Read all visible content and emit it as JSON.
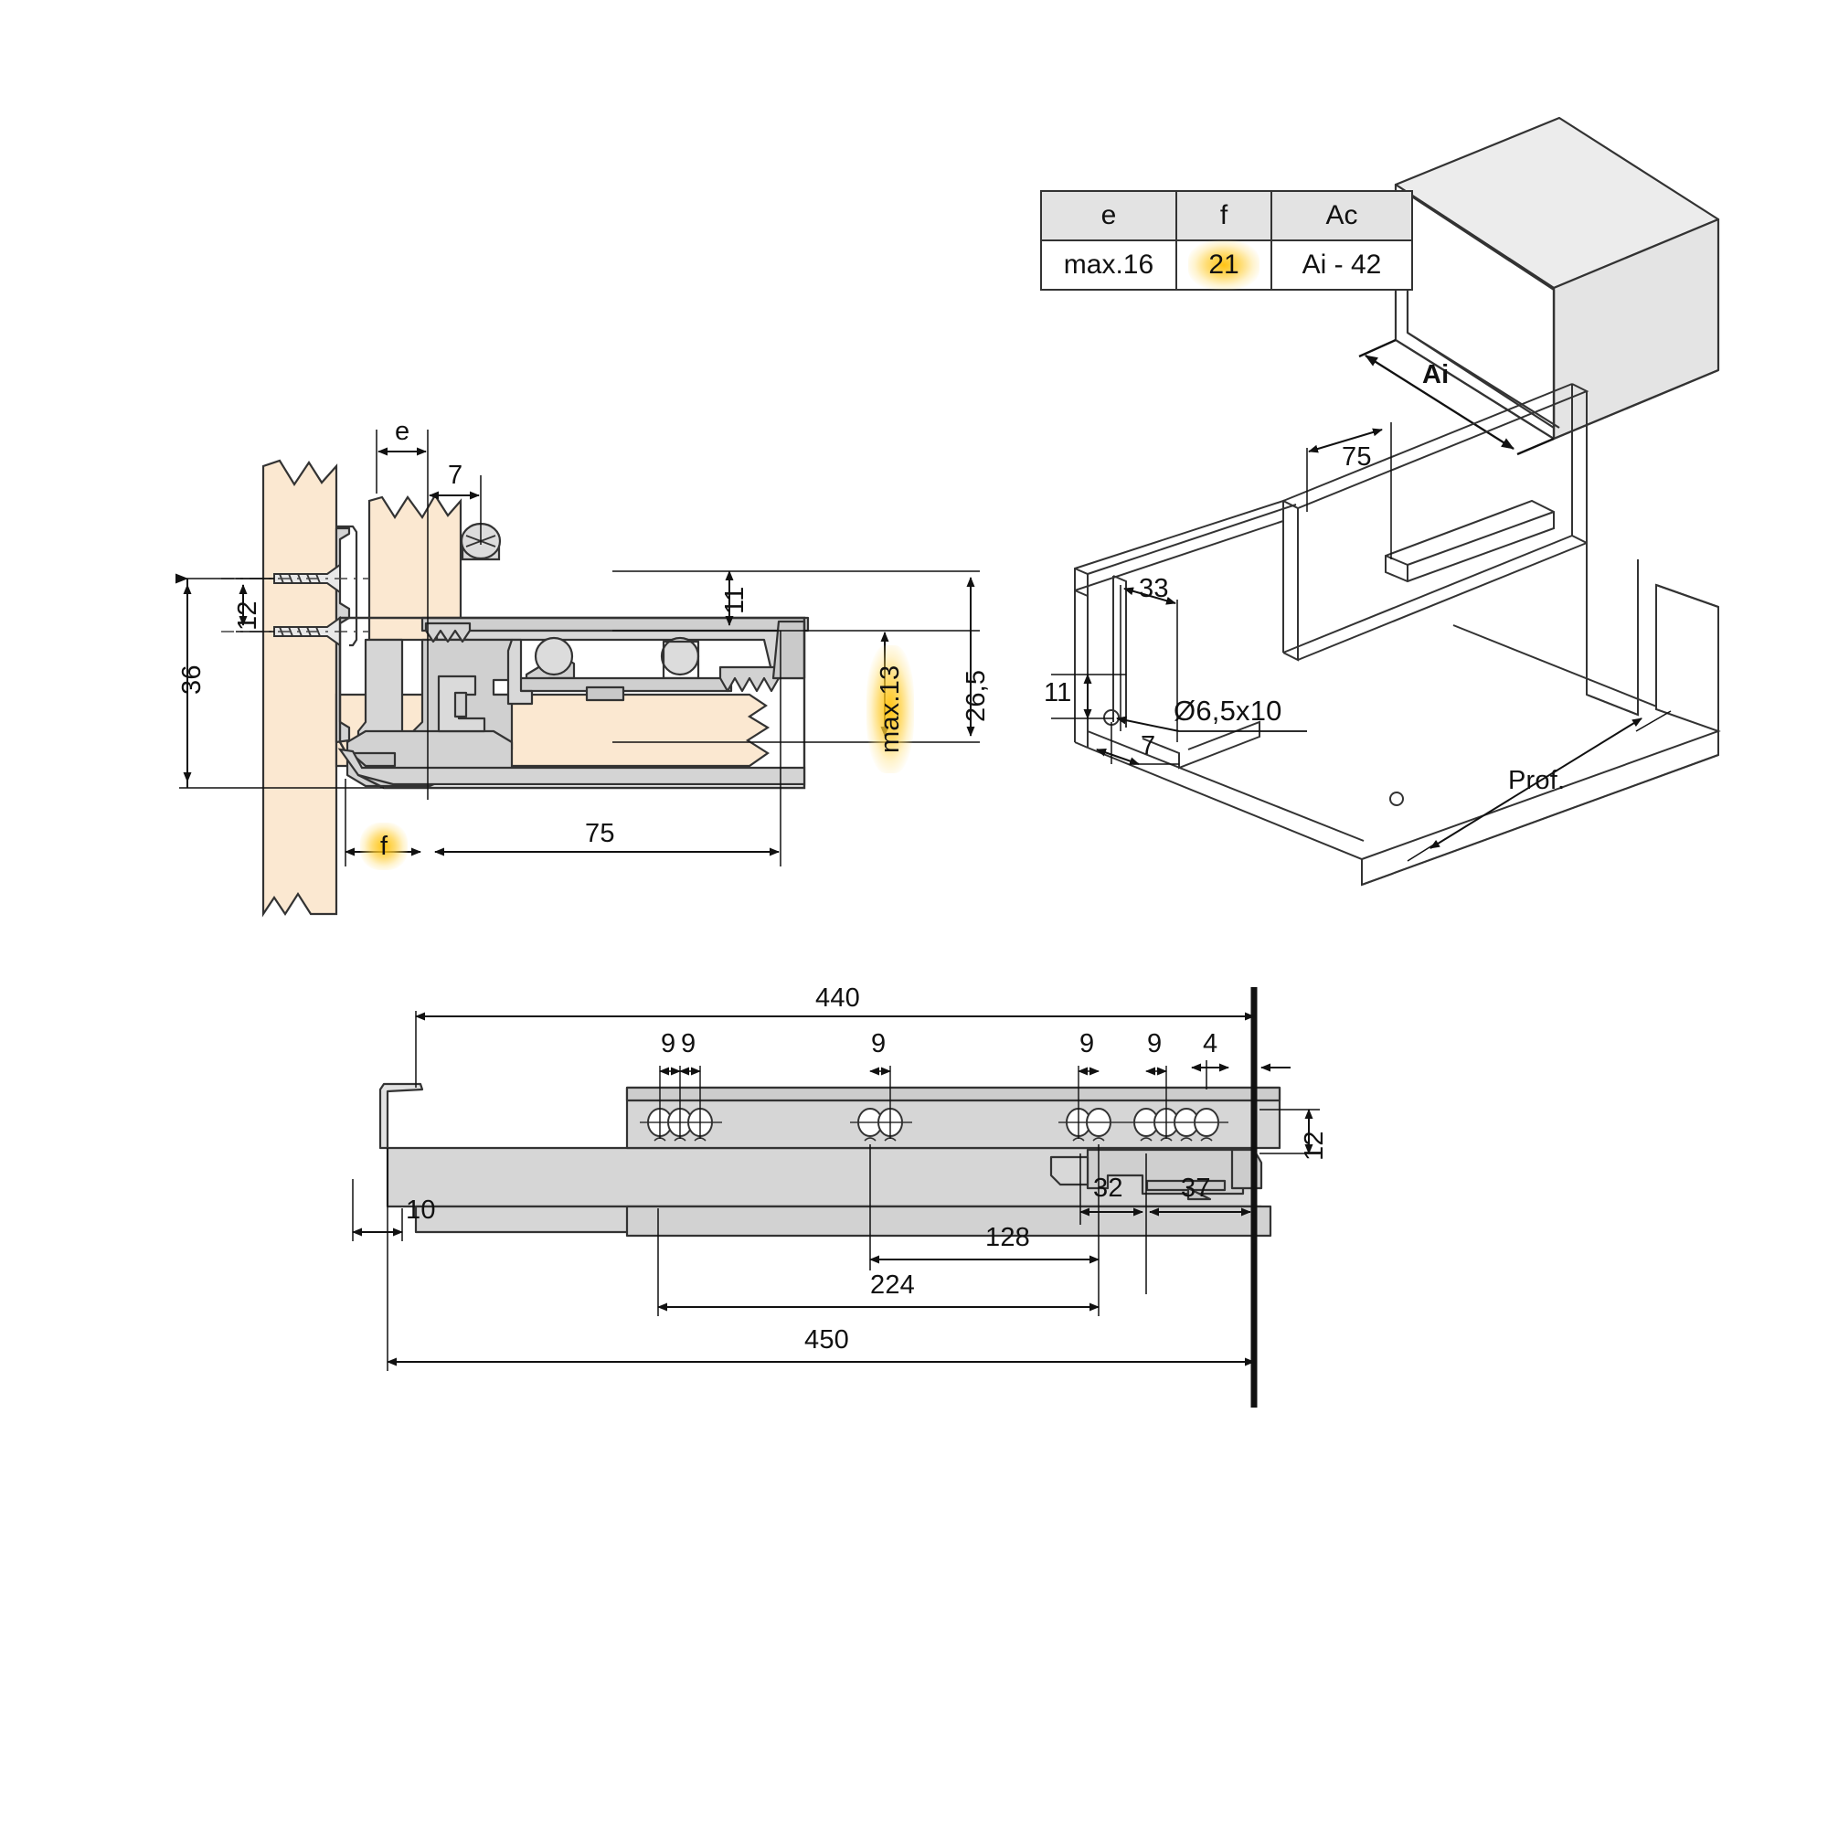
{
  "drawing": {
    "title": "Drawer slide installation drawing",
    "colors": {
      "wood": "#fbe8d1",
      "metal": "#d4d4d4",
      "metal_dark": "#bdbdbd",
      "line": "#1a1a1a",
      "highlight": "#ffc107",
      "table_header_bg": "#e3e3e3"
    }
  },
  "spec_table": {
    "name": "dimension-table",
    "headers": [
      "e",
      "f",
      "Ac"
    ],
    "rows": [
      [
        {
          "text": "max.16",
          "highlight": false
        },
        {
          "text": "21",
          "highlight": true
        },
        {
          "text": "Ai - 42",
          "highlight": false
        }
      ]
    ]
  },
  "cabinet_view": {
    "name": "cabinet-isometric",
    "label_ai": "Ai"
  },
  "section_view": {
    "name": "mounting-cross-section",
    "dims": {
      "d36": "36",
      "d12": "12",
      "e": "e",
      "d7": "7",
      "d11": "11",
      "d265": "26,5",
      "max13": "max.13",
      "f": "f",
      "d75": "75"
    },
    "highlighted": [
      "max.13",
      "f"
    ]
  },
  "drawer_view": {
    "name": "drawer-isometric",
    "dims": {
      "d75": "75",
      "d33": "33",
      "d11": "11",
      "hole": "Ø6,5x10",
      "d7": "7",
      "prof": "Prof."
    }
  },
  "rail_view": {
    "name": "slide-rail-elevation",
    "dims": {
      "d440": "440",
      "d450": "450",
      "d224": "224",
      "d128": "128",
      "d10": "10",
      "d12": "12",
      "d4": "4",
      "d32": "32",
      "d37": "37",
      "hole_pitch": [
        "9",
        "9",
        "9",
        "9",
        "9"
      ]
    }
  }
}
